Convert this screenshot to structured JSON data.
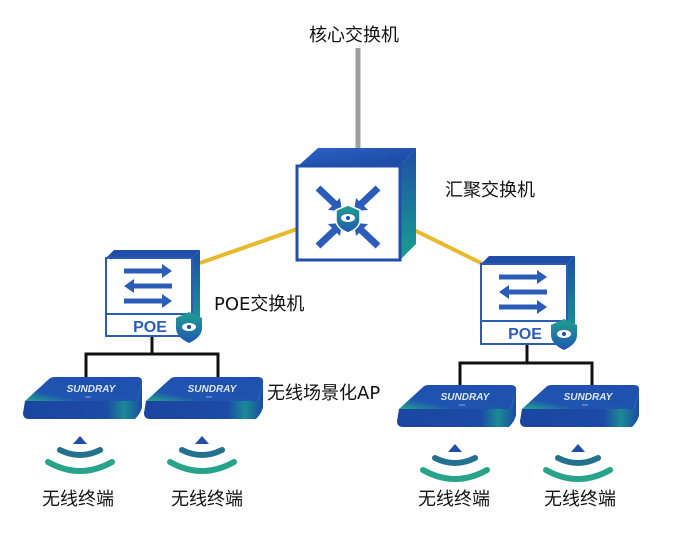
{
  "diagram": {
    "core_switch": {
      "label": "核心交换机"
    },
    "aggregation_switch": {
      "label": "汇聚交换机",
      "icon": "converge-arrows-with-shield-icon"
    },
    "poe_switches": [
      {
        "label": "POE交换机",
        "badge": "POE",
        "icon": "bidirectional-arrows-icon"
      },
      {
        "label": "",
        "badge": "POE",
        "icon": "bidirectional-arrows-icon"
      }
    ],
    "ap_label": "无线场景化AP",
    "aps": [
      {
        "brand": "SUNDRAY"
      },
      {
        "brand": "SUNDRAY"
      },
      {
        "brand": "SUNDRAY"
      },
      {
        "brand": "SUNDRAY"
      }
    ],
    "terminals": [
      {
        "label": "无线终端"
      },
      {
        "label": "无线终端"
      },
      {
        "label": "无线终端"
      },
      {
        "label": "无线终端"
      }
    ],
    "colors": {
      "uplink_core": "#9e9e9e",
      "uplink_aggregation": "#e8b92a",
      "downlink": "#111111",
      "device_blue": "#1f4fa8",
      "device_teal": "#1d9a8a",
      "wifi_dark": "#1f4fa8",
      "wifi_mid": "#23708f",
      "wifi_light": "#27a38a"
    }
  }
}
